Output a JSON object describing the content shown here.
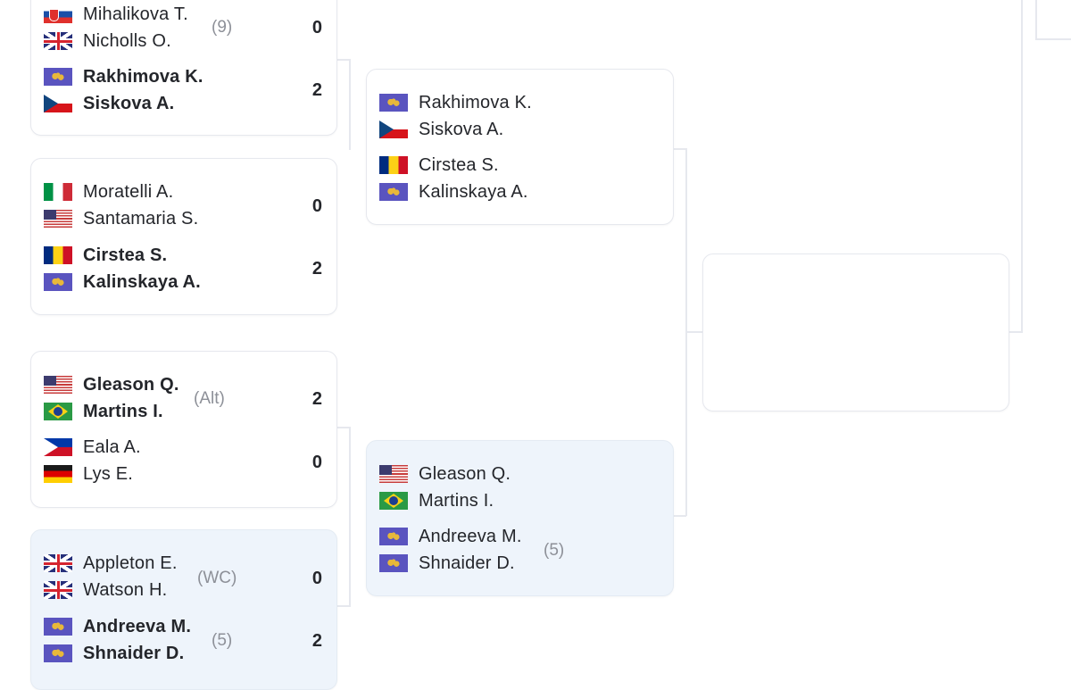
{
  "colors": {
    "card_border": "#e6e8ee",
    "highlight": "#eef4fb",
    "seed_text": "#8d9098",
    "text": "#24262b"
  },
  "round1": [
    {
      "team1": {
        "players": [
          {
            "name": "Mihalikova T.",
            "flag": "svk-flag-icon"
          },
          {
            "name": "Nicholls O.",
            "flag": "gbr-flag-icon"
          }
        ],
        "seed": "(9)",
        "score": "0",
        "winner": false
      },
      "team2": {
        "players": [
          {
            "name": "Rakhimova K.",
            "flag": "neutral-flag-icon"
          },
          {
            "name": "Siskova A.",
            "flag": "cze-flag-icon"
          }
        ],
        "seed": "",
        "score": "2",
        "winner": true
      }
    },
    {
      "team1": {
        "players": [
          {
            "name": "Moratelli A.",
            "flag": "ita-flag-icon"
          },
          {
            "name": "Santamaria S.",
            "flag": "usa-flag-icon"
          }
        ],
        "seed": "",
        "score": "0",
        "winner": false
      },
      "team2": {
        "players": [
          {
            "name": "Cirstea S.",
            "flag": "rou-flag-icon"
          },
          {
            "name": "Kalinskaya A.",
            "flag": "neutral-flag-icon"
          }
        ],
        "seed": "",
        "score": "2",
        "winner": true
      }
    },
    {
      "team1": {
        "players": [
          {
            "name": "Gleason Q.",
            "flag": "usa-flag-icon"
          },
          {
            "name": "Martins I.",
            "flag": "bra-flag-icon"
          }
        ],
        "seed": "(Alt)",
        "score": "2",
        "winner": true
      },
      "team2": {
        "players": [
          {
            "name": "Eala A.",
            "flag": "phi-flag-icon"
          },
          {
            "name": "Lys E.",
            "flag": "ger-flag-icon"
          }
        ],
        "seed": "",
        "score": "0",
        "winner": false
      }
    },
    {
      "team1": {
        "players": [
          {
            "name": "Appleton E.",
            "flag": "gbr-flag-icon"
          },
          {
            "name": "Watson H.",
            "flag": "gbr-flag-icon"
          }
        ],
        "seed": "(WC)",
        "score": "0",
        "winner": false
      },
      "team2": {
        "players": [
          {
            "name": "Andreeva M.",
            "flag": "neutral-flag-icon"
          },
          {
            "name": "Shnaider D.",
            "flag": "neutral-flag-icon"
          }
        ],
        "seed": "(5)",
        "score": "2",
        "winner": true
      }
    }
  ],
  "round2": [
    {
      "team1": {
        "players": [
          {
            "name": "Rakhimova K.",
            "flag": "neutral-flag-icon"
          },
          {
            "name": "Siskova A.",
            "flag": "cze-flag-icon"
          }
        ],
        "seed": ""
      },
      "team2": {
        "players": [
          {
            "name": "Cirstea S.",
            "flag": "rou-flag-icon"
          },
          {
            "name": "Kalinskaya A.",
            "flag": "neutral-flag-icon"
          }
        ],
        "seed": ""
      }
    },
    {
      "team1": {
        "players": [
          {
            "name": "Gleason Q.",
            "flag": "usa-flag-icon"
          },
          {
            "name": "Martins I.",
            "flag": "bra-flag-icon"
          }
        ],
        "seed": ""
      },
      "team2": {
        "players": [
          {
            "name": "Andreeva M.",
            "flag": "neutral-flag-icon"
          },
          {
            "name": "Shnaider D.",
            "flag": "neutral-flag-icon"
          }
        ],
        "seed": "(5)"
      }
    }
  ]
}
